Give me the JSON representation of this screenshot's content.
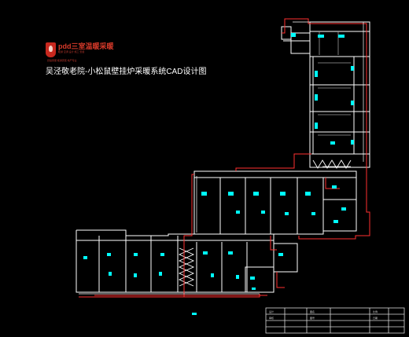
{
  "brand": {
    "logo_text": "pdd三室温暖采暖",
    "logo_sub": "暖通 空调 设计 施工 安装",
    "logo_sub2": "舒适家居 暖通安装 地产专业"
  },
  "title": "吴泾敬老院-小松鼠壁挂炉采暖系统CAD设计图",
  "colors": {
    "background": "#000000",
    "wall": "#ffffff",
    "radiator": "#00ffff",
    "supply_pipe": "#ff3030",
    "return_pipe": "#ffffff",
    "title_block": "#d9d9d9"
  },
  "title_block": {
    "cells": [
      "设计",
      "审核",
      "图名",
      "图号",
      "比例",
      "日期"
    ]
  }
}
